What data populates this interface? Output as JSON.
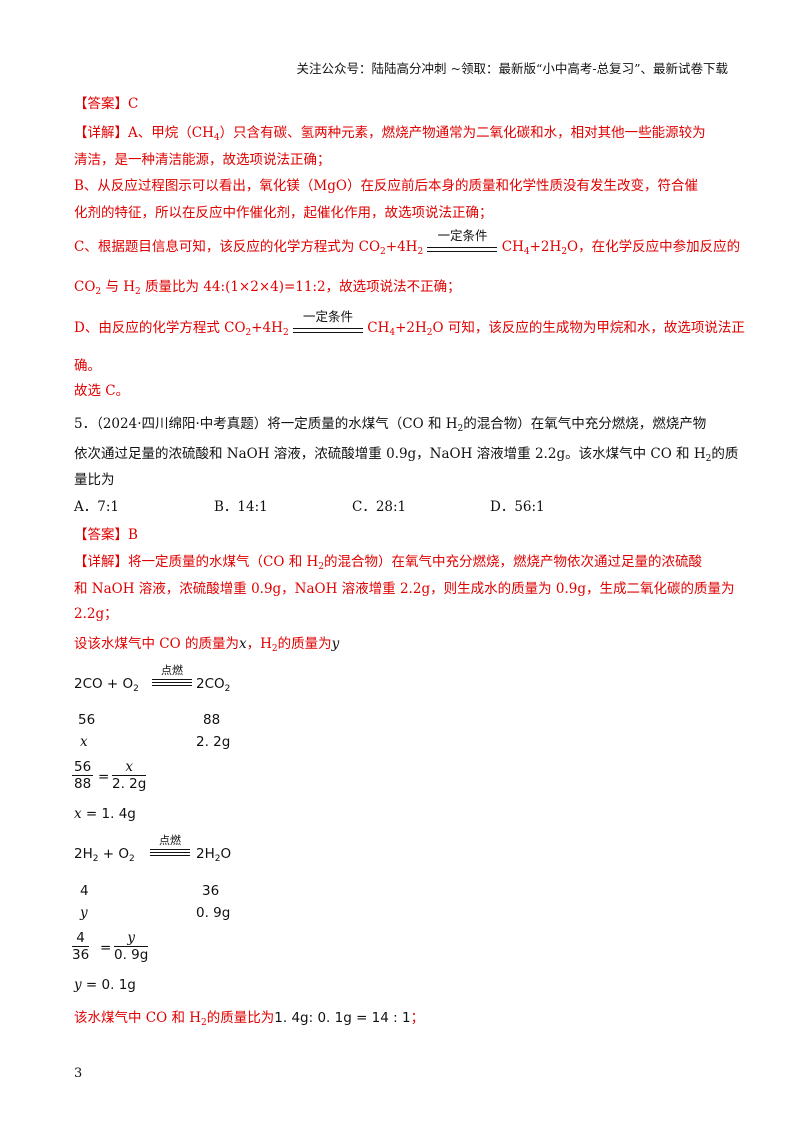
{
  "header": "关注公众号：陆陆高分冲刺  ~领取：最新版“小中高考-总复习”、最新试卷下载",
  "q4": {
    "answer": "【答案】C",
    "d1a": "【详解】A、甲烷（CH",
    "d1b": "）只含有碳、氢两种元素，燃烧产物通常为二氧化碳和水，相对其他一些能源较为",
    "d2": "清洁，是一种清洁能源，故选项说法正确；",
    "b1": "B、从反应过程图示可以看出，氧化镁（MgO）在反应前后本身的质量和化学性质没有发生改变，符合催",
    "b2": "化剂的特征，所以在反应中作催化剂，起催化作用，故选项说法正确；",
    "c1a": "C、根据题目信息可知，该反应的化学方程式为 CO",
    "c1b": "+4H",
    "c_cond": "一定条件",
    "c1c": "CH",
    "c1d": "+2H",
    "c1e": "O，在化学反应中参加反应的",
    "c2a": "CO",
    "c2b": "与 H",
    "c2c": "质量比为 44:(1×2×4)=11:2，故选项说法不正确；",
    "d_a": "D、由反应的化学方程式 CO",
    "d_b": "+4H",
    "d_cond": "一定条件",
    "d_c": "CH",
    "d_d": "+2H",
    "d_e": "O 可知，该反应的生成物为甲烷和水，故选项说法正",
    "d2_": "确。",
    "choose": "故选 C。"
  },
  "q5": {
    "l1a": "5．（2024·四川绵阳·中考真题）将一定质量的水煤气（CO 和 H",
    "l1b": "的混合物）在氧气中充分燃烧，燃烧产物",
    "l2": "依次通过足量的浓硫酸和 NaOH 溶液，浓硫酸增重 0.9g，NaOH 溶液增重 2.2g。该水煤气中 CO 和 H",
    "l2b": "的质",
    "l3": "量比为",
    "options": [
      "A．7:1",
      "B．14:1",
      "C．28:1",
      "D．56:1"
    ],
    "answer": "【答案】B",
    "e1": "【详解】将一定质量的水煤气（CO 和  H",
    "e1b": "的混合物）在氧气中充分燃烧，燃烧产物依次通过足量的浓硫酸",
    "e2": "和 NaOH 溶液，浓硫酸增重 0.9g，NaOH 溶液增重 2.2g，则生成水的质量为 0.9g，生成二氧化碳的质量为",
    "e3": "2.2g；",
    "setA": "设该水煤气中 CO 的质量为",
    "setX": "x",
    "setB": "，H",
    "setC": "的质量为",
    "setY": "y",
    "ign": "点燃",
    "eq1_l": "2CO  +  O",
    "eq1_r": "2CO",
    "n56": "56",
    "n88": "88",
    "vx": "x",
    "v22": "2. 2g",
    "f1_n1": "56",
    "f1_d1": "88",
    "f1_n2": "x",
    "f1_d2": "2. 2g",
    "res1a": "x",
    "res1b": " = 1. 4g",
    "eq2_l": "2H",
    "eq2_m": "  +  O",
    "eq2_r": "2H",
    "eq2_r2": "O",
    "n4": "4",
    "n36": "36",
    "vy": "y",
    "v09": "0. 9g",
    "f2_n1": "4",
    "f2_d1": "36",
    "f2_n2": "y",
    "f2_d2": "0. 9g",
    "res2a": "y",
    "res2b": " = 0. 1g",
    "fin_a": "该水煤气中 CO 和 H",
    "fin_b": "的质量比为",
    "fin_c": "1. 4g: 0. 1g = 14 : 1",
    "fin_d": "；"
  },
  "sub2": "2",
  "sub4": "4",
  "page_number": "3"
}
